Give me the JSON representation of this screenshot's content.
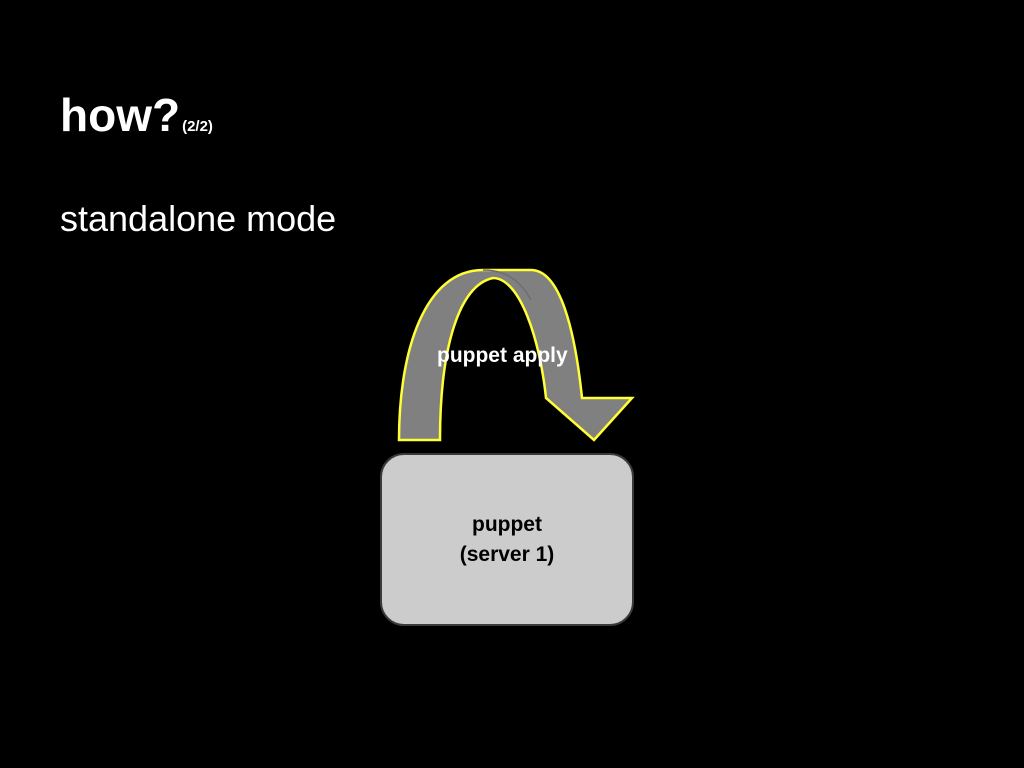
{
  "slide": {
    "title": "how?",
    "page_indicator": "(2/2)",
    "subtitle": "standalone mode"
  },
  "diagram": {
    "arrow": {
      "label": "puppet apply",
      "fill_color": "#808080",
      "stroke_color": "#ffff33"
    },
    "node": {
      "line1": "puppet",
      "line2": "(server 1)",
      "fill_color": "#cccccc",
      "stroke_color": "#3a3a3a"
    }
  }
}
